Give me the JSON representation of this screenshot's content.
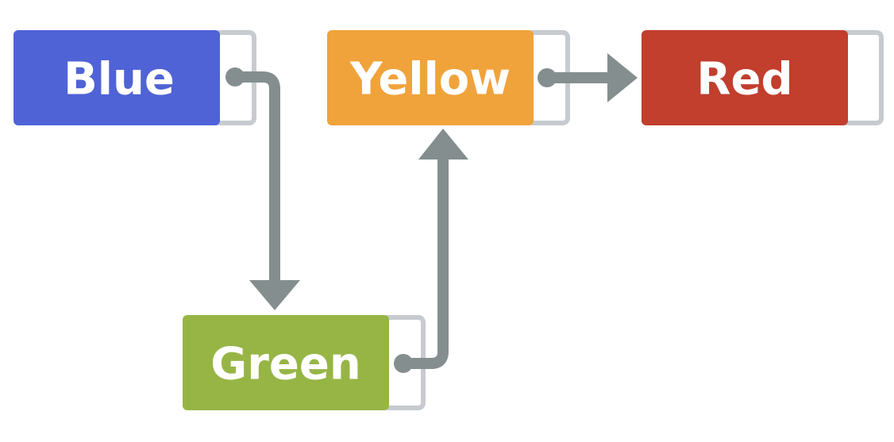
{
  "diagram": {
    "nodes": [
      {
        "id": "blue",
        "label": "Blue",
        "color": "#4f63d6"
      },
      {
        "id": "yellow",
        "label": "Yellow",
        "color": "#f0a33b"
      },
      {
        "id": "red",
        "label": "Red",
        "color": "#c23e2d"
      },
      {
        "id": "green",
        "label": "Green",
        "color": "#97b545"
      }
    ],
    "edges": [
      {
        "from": "blue",
        "to": "green"
      },
      {
        "from": "green",
        "to": "yellow"
      },
      {
        "from": "yellow",
        "to": "red"
      }
    ],
    "pointer_box_color": "#c7cbcf",
    "arrow_color": "#858e8e"
  }
}
